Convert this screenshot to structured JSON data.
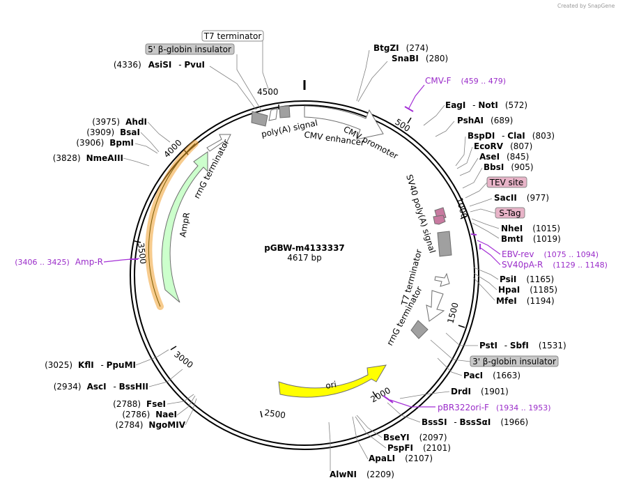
{
  "watermark": "Created by SnapGene",
  "plasmid": {
    "name": "pGBW-m4133337",
    "size": "4617 bp"
  },
  "ticks": [
    "500",
    "1000",
    "1500",
    "2000",
    "2500",
    "3000",
    "3500",
    "4000",
    "4500"
  ],
  "features": {
    "cmv_enhancer": "CMV enhancer",
    "cmv_promoter": "CMV promoter",
    "polya_signal": "poly(A) signal",
    "sv40_polya": "SV40 poly(A) signal",
    "t7_terminator": "T7 terminator",
    "rrng_terminator_right": "rrnG terminator",
    "rrng_terminator_left": "rrnG terminator",
    "ori": "ori",
    "ampr": "AmpR"
  },
  "boxed_labels": {
    "t7_terminator": "T7 terminator",
    "globin_5": "5' β-globin insulator",
    "globin_3": "3' β-globin insulator",
    "tev": "TEV site",
    "stag": "S-Tag"
  },
  "sites": [
    {
      "name": "BtgZI",
      "pos": "(274)"
    },
    {
      "name": "SnaBI",
      "pos": "(280)"
    },
    {
      "name": "EagI",
      "name2": "NotI",
      "pos": "(572)"
    },
    {
      "name": "PshAI",
      "pos": "(689)"
    },
    {
      "name": "BspDI",
      "name2": "ClaI",
      "pos": "(803)"
    },
    {
      "name": "EcoRV",
      "pos": "(807)"
    },
    {
      "name": "AseI",
      "pos": "(845)"
    },
    {
      "name": "BbsI",
      "pos": "(905)"
    },
    {
      "name": "SacII",
      "pos": "(977)"
    },
    {
      "name": "NheI",
      "pos": "(1015)"
    },
    {
      "name": "BmtI",
      "pos": "(1019)"
    },
    {
      "name": "PsiI",
      "pos": "(1165)"
    },
    {
      "name": "HpaI",
      "pos": "(1185)"
    },
    {
      "name": "MfeI",
      "pos": "(1194)"
    },
    {
      "name": "PstI",
      "name2": "SbfI",
      "pos": "(1531)"
    },
    {
      "name": "PacI",
      "pos": "(1663)"
    },
    {
      "name": "DrdI",
      "pos": "(1901)"
    },
    {
      "name": "BssSI",
      "name2": "BssSαI",
      "pos": "(1966)"
    },
    {
      "name": "BseYI",
      "pos": "(2097)"
    },
    {
      "name": "PspFI",
      "pos": "(2101)"
    },
    {
      "name": "ApaLI",
      "pos": "(2107)"
    },
    {
      "name": "AlwNI",
      "pos": "(2209)"
    },
    {
      "name": "NgoMIV",
      "pos": "(2784)"
    },
    {
      "name": "NaeI",
      "pos": "(2786)"
    },
    {
      "name": "FseI",
      "pos": "(2788)"
    },
    {
      "name": "AscI",
      "name2": "BssHII",
      "pos": "(2934)"
    },
    {
      "name": "KflI",
      "name2": "PpuMI",
      "pos": "(3025)"
    },
    {
      "name": "NmeAIII",
      "pos": "(3828)"
    },
    {
      "name": "BpmI",
      "pos": "(3906)"
    },
    {
      "name": "BsaI",
      "pos": "(3909)"
    },
    {
      "name": "AhdI",
      "pos": "(3975)"
    },
    {
      "name": "AsiSI",
      "name2": "PvuI",
      "pos": "(4336)"
    }
  ],
  "primers": [
    {
      "name": "CMV-F",
      "pos": "(459 .. 479)"
    },
    {
      "name": "EBV-rev",
      "pos": "(1075 .. 1094)"
    },
    {
      "name": "SV40pA-R",
      "pos": "(1129 .. 1148)"
    },
    {
      "name": "pBR322ori-F",
      "pos": "(1934 .. 1953)"
    },
    {
      "name": "Amp-R",
      "pos": "(3406 .. 3425)"
    }
  ],
  "colors": {
    "ori": "#ffff00",
    "ampr": "#ccffcc",
    "ampr_highlight": "#f0a030",
    "terminator_gray": "#a0a0a0",
    "tag_pink": "#e8b4c8",
    "stag_pink": "#c87aa0",
    "primer": "#9a2cc9",
    "box_gray": "#c8c8c8"
  }
}
